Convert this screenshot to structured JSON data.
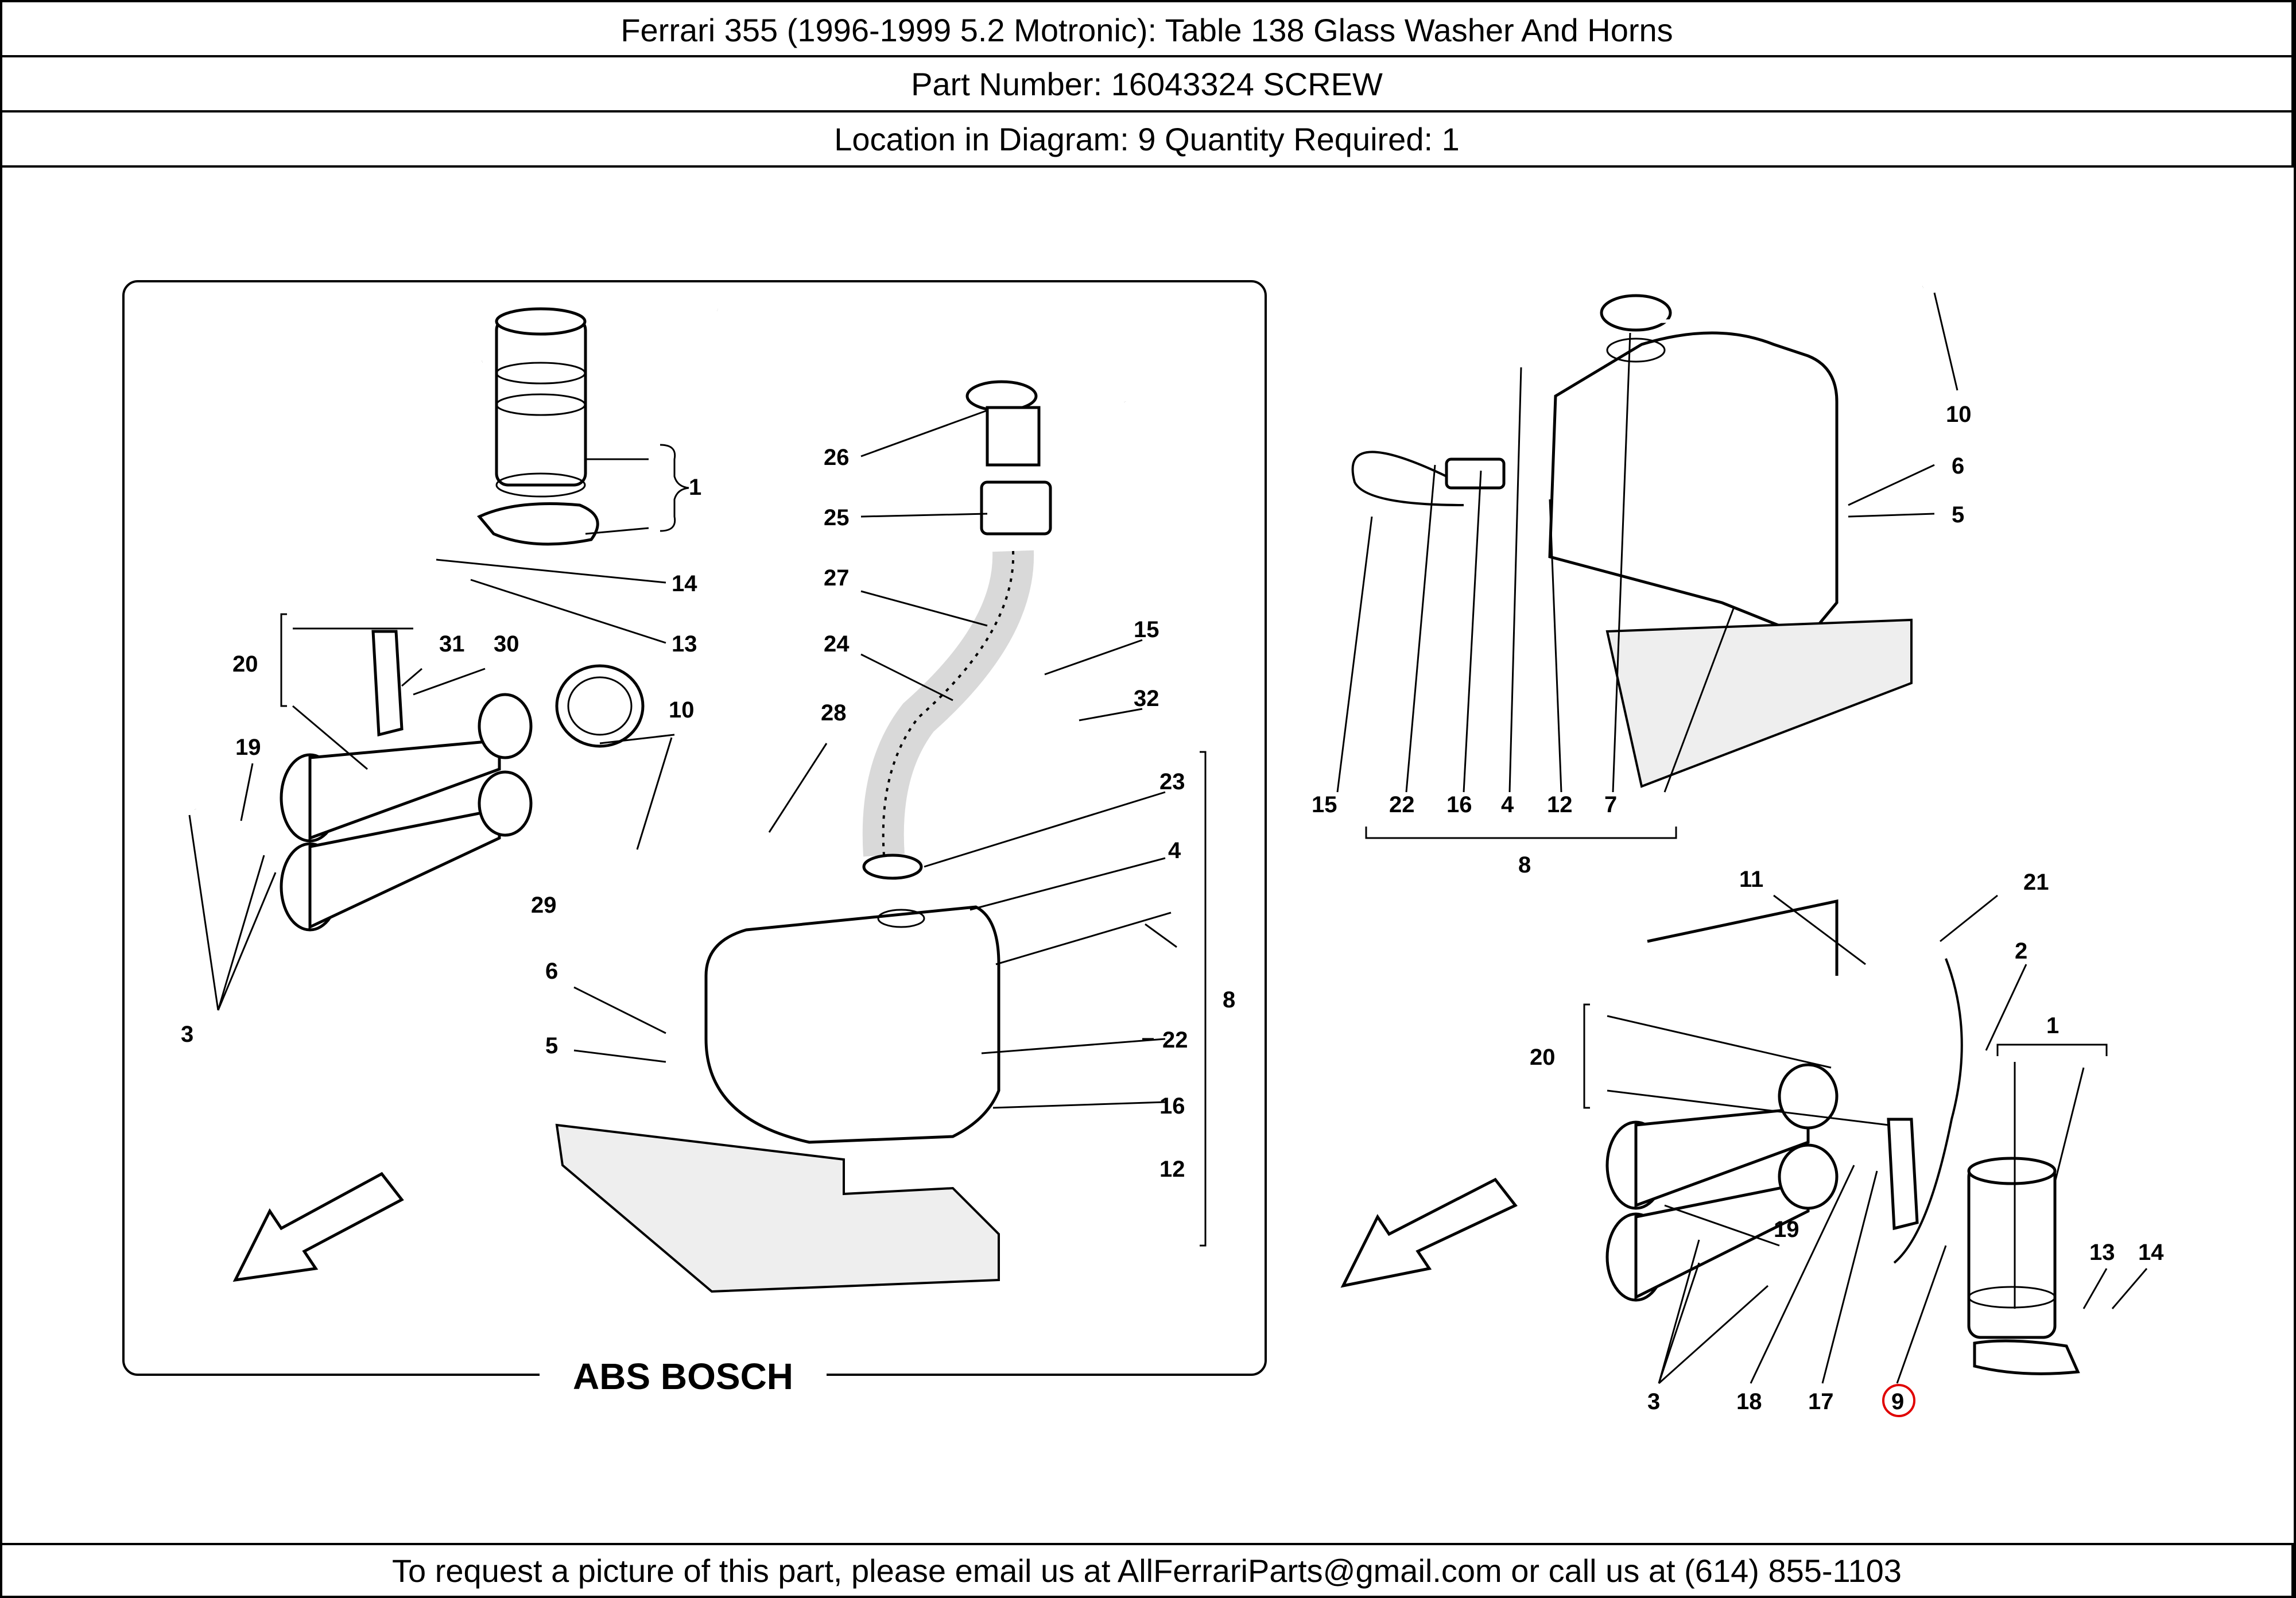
{
  "header": {
    "title": "Ferrari 355 (1996-1999 5.2 Motronic):   Table 138 Glass Washer And Horns",
    "part_number": "Part Number: 16043324   SCREW",
    "location": "Location in Diagram: 9   Quantity Required: 1"
  },
  "diagram": {
    "brand_label": "ABS BOSCH",
    "highlighted_callout": "9",
    "left_panel_callouts": [
      "1",
      "14",
      "13",
      "20",
      "31",
      "30",
      "19",
      "10",
      "29",
      "3",
      "26",
      "25",
      "27",
      "24",
      "15",
      "32",
      "28",
      "23",
      "4",
      "6",
      "5",
      "8",
      "22",
      "16",
      "12"
    ],
    "right_top_callouts": [
      "10",
      "6",
      "5",
      "15",
      "22",
      "16",
      "4",
      "12",
      "7",
      "8"
    ],
    "right_bottom_callouts": [
      "11",
      "21",
      "2",
      "1",
      "20",
      "13",
      "14",
      "19",
      "3",
      "18",
      "17",
      "9"
    ]
  },
  "footer": {
    "text": "To request a picture of this part, please email us at AllFerrariParts@gmail.com or call us at (614) 855-1103"
  }
}
